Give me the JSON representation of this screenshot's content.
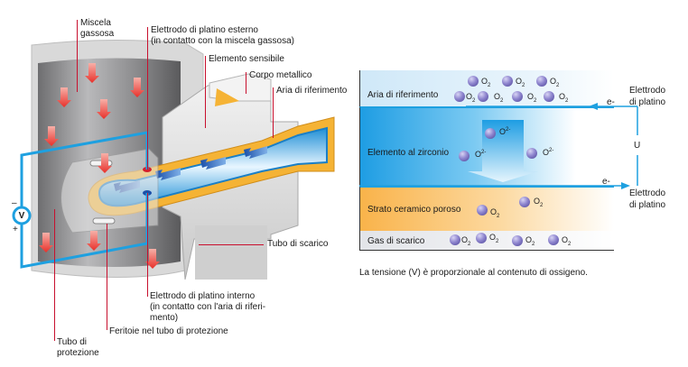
{
  "sensor_drawing": {
    "labels": {
      "miscela_gassosa": [
        "Miscela",
        "gassosa"
      ],
      "elettrodo_esterno": [
        "Elettrodo di platino esterno",
        "(in contatto con la miscela gassosa)"
      ],
      "elemento_sensibile": "Elemento sensibile",
      "corpo_metallico": "Corpo metallico",
      "aria_riferimento": "Aria di riferimento",
      "tubo_scarico": "Tubo di scarico",
      "elettrodo_interno": [
        "Elettrodo di platino interno",
        "(in contatto con l'aria di riferi-",
        "mento)"
      ],
      "feritoie": "Feritoie nel tubo di protezione",
      "tubo_protezione": [
        "Tubo di",
        "protezione"
      ]
    },
    "voltmeter": {
      "symbol": "V",
      "minus": "–",
      "plus": "+"
    },
    "colors": {
      "circuit": "#1ea0e0",
      "leader": "#c8102e",
      "ceramic": "#f5b335",
      "flow_arrow": "#1b4fa8",
      "gas_arrow": "#e8302a"
    }
  },
  "layer_diagram": {
    "layers": [
      {
        "label": "Aria di riferimento",
        "color": "#d6ecfa"
      },
      {
        "label": "Elemento al zirconio",
        "color": "#29a6e6"
      },
      {
        "label": "Strato ceramico poroso",
        "color": "#f9b64e"
      },
      {
        "label": "Gas di scarico",
        "color": "#e4e6ea"
      }
    ],
    "molecule": "O",
    "molecule_sub": "2",
    "ion": "O",
    "ion_sup": "2-",
    "electron": "e-",
    "voltage": "U",
    "electrode_top": [
      "Elettrodo",
      "di platino"
    ],
    "electrode_bottom": [
      "Elettrodo",
      "di platino"
    ]
  },
  "caption": "La tensione (V) è proporzionale al contenuto di ossigeno."
}
